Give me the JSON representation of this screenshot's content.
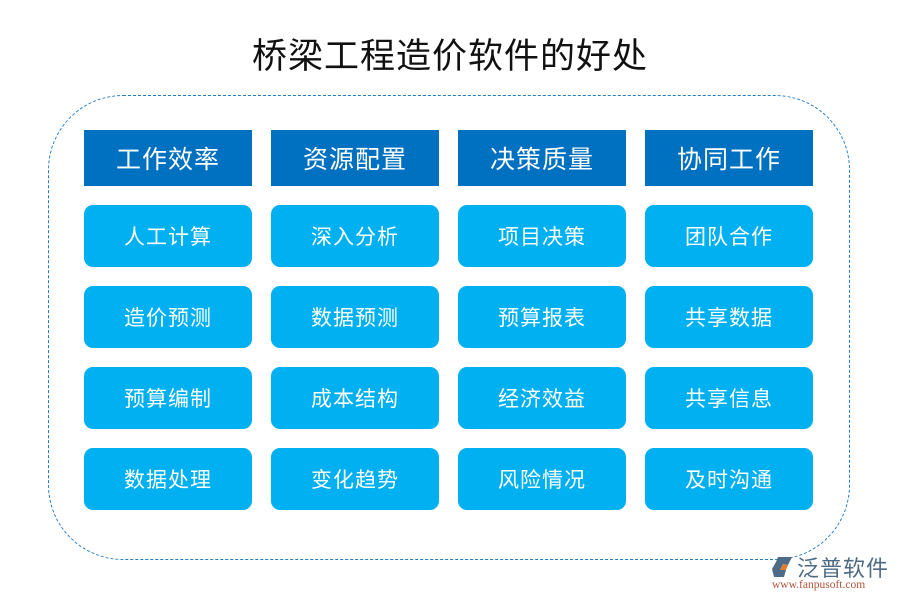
{
  "title": "桥梁工程造价软件的好处",
  "colors": {
    "header_bg": "#0070c0",
    "item_bg": "#00b0f0",
    "frame_border": "#1f7bc6",
    "text_light": "#ffffff",
    "title_text": "#111111"
  },
  "columns": [
    {
      "header": "工作效率",
      "items": [
        "人工计算",
        "造价预测",
        "预算编制",
        "数据处理"
      ]
    },
    {
      "header": "资源配置",
      "items": [
        "深入分析",
        "数据预测",
        "成本结构",
        "变化趋势"
      ]
    },
    {
      "header": "决策质量",
      "items": [
        "项目决策",
        "预算报表",
        "经济效益",
        "风险情况"
      ]
    },
    {
      "header": "协同工作",
      "items": [
        "团队合作",
        "共享数据",
        "共享信息",
        "及时沟通"
      ]
    }
  ],
  "logo": {
    "icon": "fanpu-logo-icon",
    "name": "泛普软件",
    "url": "www.fanpusoft.com"
  }
}
